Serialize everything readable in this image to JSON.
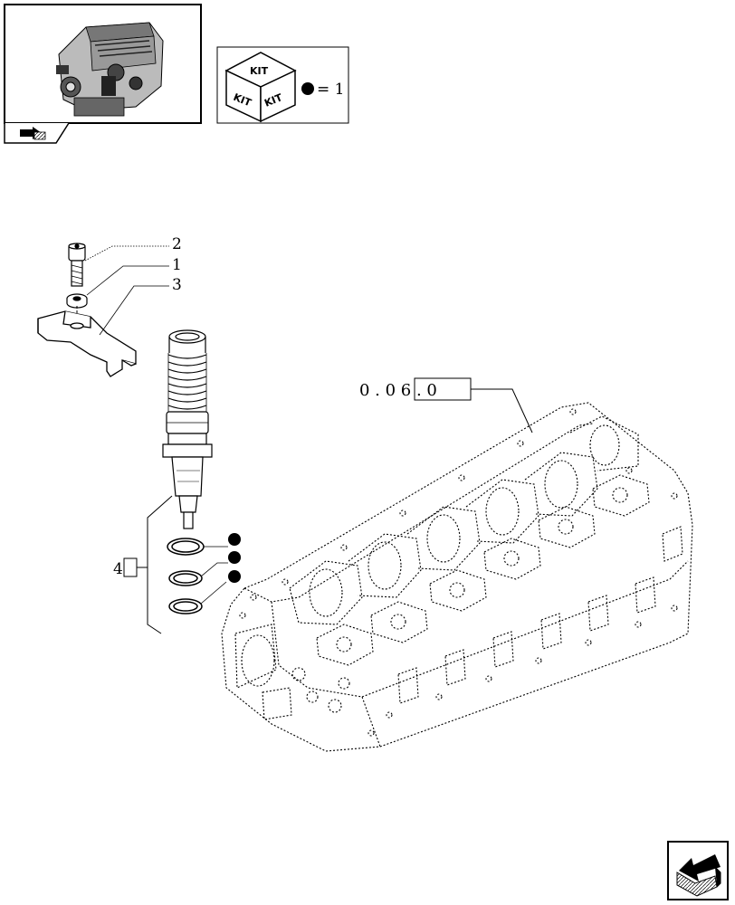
{
  "legend": {
    "kit_word": "KIT",
    "equals_text": "= 1"
  },
  "callouts": [
    {
      "id": "2",
      "label": "2"
    },
    {
      "id": "1",
      "label": "1"
    },
    {
      "id": "3",
      "label": "3"
    },
    {
      "id": "4",
      "label": "4"
    }
  ],
  "reference": {
    "text": "0 . 0 6 . 0"
  },
  "icons": {
    "thumbnail": "engine-thumbnail-icon",
    "previous": "previous-page-arrow-icon",
    "next": "next-page-arrow-icon"
  }
}
